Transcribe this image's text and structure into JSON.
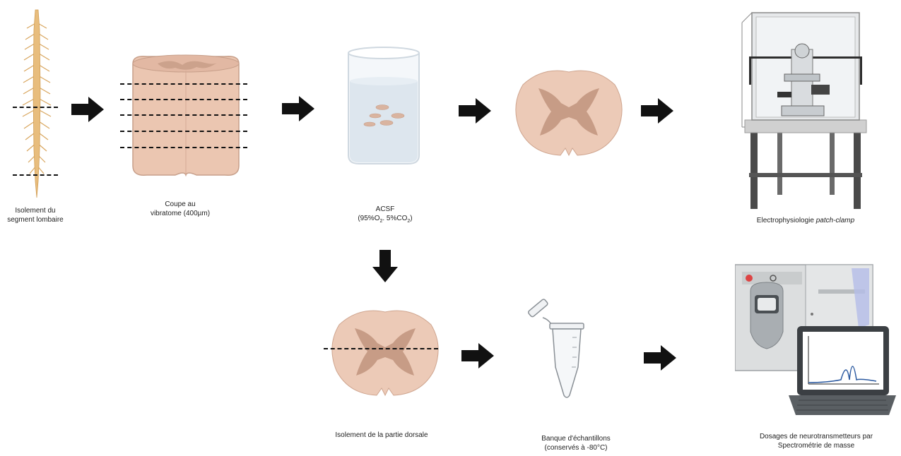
{
  "steps": {
    "spinal_cord": {
      "line1": "Isolement du",
      "line2": "segment lombaire"
    },
    "vibratome": {
      "line1": "Coupe au",
      "line2": "vibratome (400µm)"
    },
    "acsf": {
      "line1": "ACSF",
      "line2_prefix": "(95%O",
      "line2_mid": ". 5%CO",
      "line2_suffix": ")",
      "subscript": "2"
    },
    "patch_clamp": {
      "text_plain": "Electrophysiologie ",
      "text_italic": "patch-clamp"
    },
    "dorsal": {
      "line1": "Isolement de la partie dorsale"
    },
    "bank": {
      "line1": "Banque d'échantillons",
      "line2": "(conservés  à -80°C)"
    },
    "mass_spec": {
      "line1": "Dosages  de neurotransmetteurs par",
      "line2": "Spectrométrie de masse"
    }
  },
  "colors": {
    "arrow": "#111111",
    "tissue": "#e8c7b3",
    "grey_matter": "#c79c86",
    "cord": "#e2b878",
    "liquid": "#dde6ee"
  }
}
